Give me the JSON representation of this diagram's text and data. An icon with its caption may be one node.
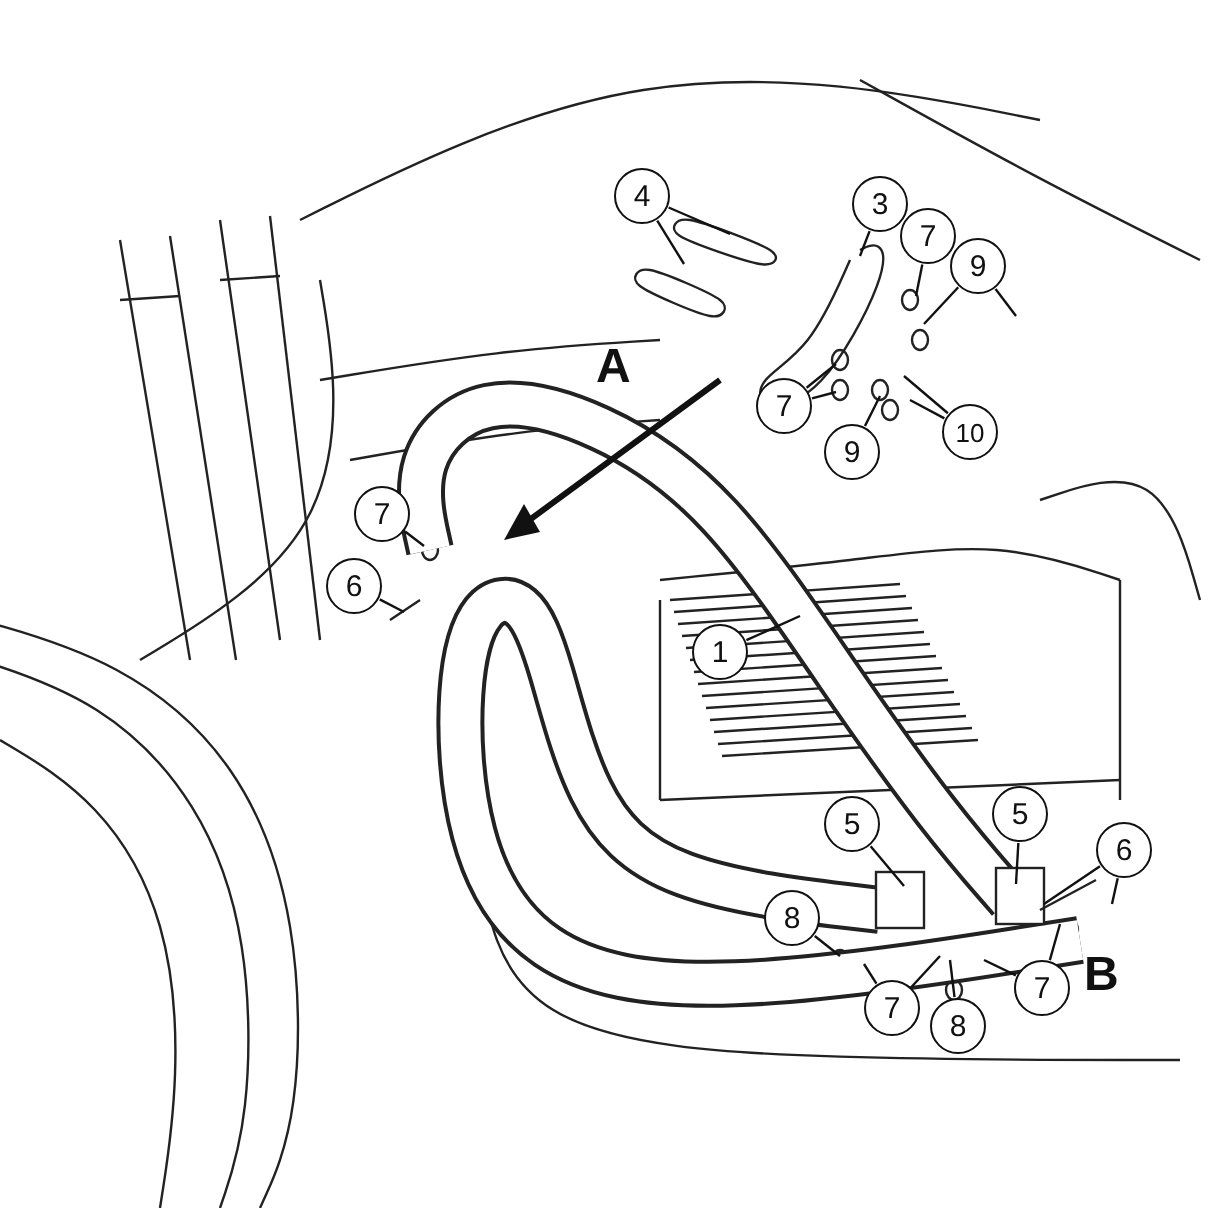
{
  "diagram": {
    "nodes": [
      {
        "text": [
          "4"
        ]
      },
      {
        "text": [
          "3"
        ]
      },
      {
        "text": [
          "7"
        ]
      },
      {
        "text": [
          "9"
        ]
      },
      {
        "text": [
          "7"
        ]
      },
      {
        "text": [
          "10"
        ]
      },
      {
        "text": [
          "9"
        ]
      },
      {
        "text": [
          "7"
        ]
      },
      {
        "text": [
          "6"
        ]
      },
      {
        "text": [
          "1"
        ]
      },
      {
        "text": [
          "5"
        ]
      },
      {
        "text": [
          "5"
        ]
      },
      {
        "text": [
          "6"
        ]
      },
      {
        "text": [
          "8"
        ]
      },
      {
        "text": [
          "7"
        ]
      },
      {
        "text": [
          "8"
        ]
      },
      {
        "text": [
          "7"
        ]
      }
    ],
    "edges": [
      {
        "from": 0,
        "to": null,
        "arrow": "none"
      },
      {
        "from": 0,
        "to": null,
        "arrow": "none"
      },
      {
        "from": 1,
        "to": null,
        "arrow": "none"
      },
      {
        "from": 2,
        "to": null,
        "arrow": "none"
      },
      {
        "from": 3,
        "to": null,
        "arrow": "none"
      },
      {
        "from": 3,
        "to": null,
        "arrow": "none"
      },
      {
        "from": 4,
        "to": null,
        "arrow": "none"
      },
      {
        "from": 4,
        "to": null,
        "arrow": "none"
      },
      {
        "from": 5,
        "to": null,
        "arrow": "none"
      },
      {
        "from": 5,
        "to": null,
        "arrow": "none"
      },
      {
        "from": 6,
        "to": null,
        "arrow": "none"
      },
      {
        "from": 7,
        "to": null,
        "arrow": "none"
      },
      {
        "from": 8,
        "to": null,
        "arrow": "none"
      },
      {
        "from": 9,
        "to": null,
        "arrow": "none"
      },
      {
        "from": 10,
        "to": null,
        "arrow": "none"
      },
      {
        "from": 11,
        "to": null,
        "arrow": "none"
      },
      {
        "from": 12,
        "to": null,
        "arrow": "none"
      },
      {
        "from": 12,
        "to": null,
        "arrow": "none"
      },
      {
        "from": 13,
        "to": null,
        "arrow": "none"
      },
      {
        "from": 14,
        "to": null,
        "arrow": "none"
      },
      {
        "from": 14,
        "to": null,
        "arrow": "none"
      },
      {
        "from": 15,
        "to": null,
        "arrow": "none"
      },
      {
        "from": 16,
        "to": null,
        "arrow": "none"
      },
      {
        "from": 16,
        "to": null,
        "arrow": "none"
      }
    ],
    "labels": [
      "A",
      "B"
    ]
  }
}
